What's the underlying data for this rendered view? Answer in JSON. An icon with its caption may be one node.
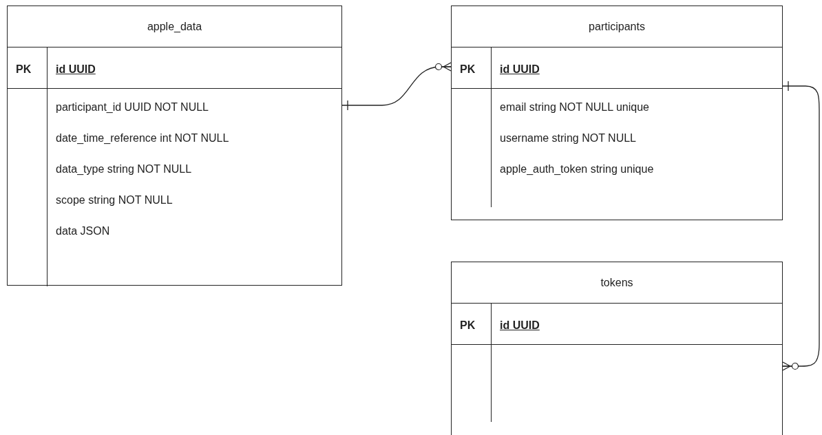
{
  "diagram": {
    "nodes": [
      {
        "text": [
          "apple_data",
          "PK",
          "id UUID",
          "participant_id UUID NOT NULL",
          "date_time_reference int NOT NULL",
          "data_type string NOT NULL",
          "scope string NOT NULL",
          "data JSON"
        ]
      },
      {
        "text": [
          "participants",
          "PK",
          "id UUID",
          "email string NOT NULL unique",
          "username string NOT NULL",
          "apple_auth_token string unique"
        ]
      },
      {
        "text": [
          "tokens",
          "PK",
          "id UUID"
        ]
      }
    ],
    "edges": [
      {
        "from": 0,
        "to": 1,
        "arrow": "other"
      },
      {
        "from": 1,
        "to": 2,
        "arrow": "other"
      }
    ]
  }
}
